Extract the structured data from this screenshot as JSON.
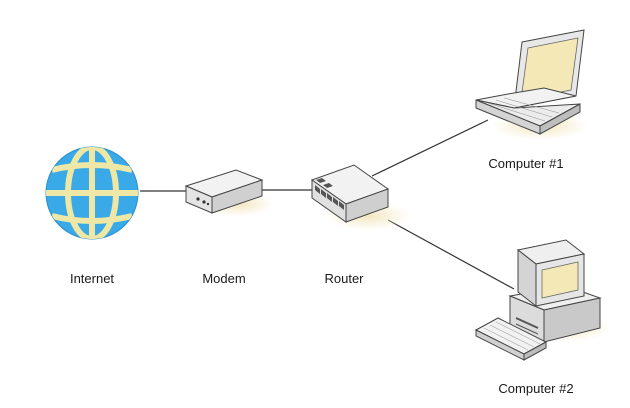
{
  "diagram": {
    "nodes": {
      "internet": {
        "label": "Internet",
        "icon": "globe-icon"
      },
      "modem": {
        "label": "Modem",
        "icon": "modem-icon"
      },
      "router": {
        "label": "Router",
        "icon": "router-icon"
      },
      "computer1": {
        "label": "Computer #1",
        "icon": "laptop-icon"
      },
      "computer2": {
        "label": "Computer #2",
        "icon": "desktop-computer-icon"
      }
    },
    "connections": [
      {
        "from": "Internet",
        "to": "Modem"
      },
      {
        "from": "Modem",
        "to": "Router"
      },
      {
        "from": "Router",
        "to": "Computer #1"
      },
      {
        "from": "Router",
        "to": "Computer #2"
      }
    ],
    "colors": {
      "globe_fill": "#39a9e8",
      "globe_land": "#efe7a6",
      "shadow": "#f3e6bf",
      "device_light": "#f2f2f2",
      "device_mid": "#d6d6d6",
      "device_dark": "#9a9a9a",
      "screen": "#f4e8b6",
      "line": "#333333"
    }
  }
}
